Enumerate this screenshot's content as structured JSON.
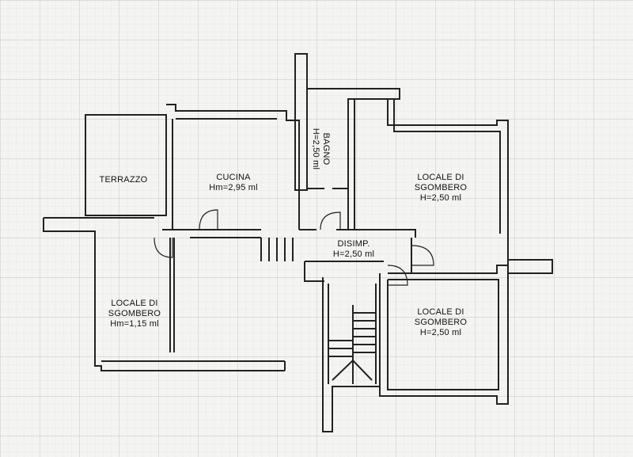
{
  "rooms": {
    "terrazzo": {
      "name": "TERRAZZO"
    },
    "cucina": {
      "name": "CUCINA",
      "height": "Hm=2,95 ml"
    },
    "bagno": {
      "name": "BAGNO",
      "height": "H=2,50 ml"
    },
    "locale_top_right": {
      "name_line1": "LOCALE DI",
      "name_line2": "SGOMBERO",
      "height": "H=2,50 ml"
    },
    "disimp": {
      "name": "DISIMP.",
      "height": "H=2,50 ml"
    },
    "locale_left": {
      "name_line1": "LOCALE DI",
      "name_line2": "SGOMBERO",
      "height": "Hm=1,15 ml"
    },
    "locale_bottom_right": {
      "name_line1": "LOCALE DI",
      "name_line2": "SGOMBERO",
      "height": "H=2,50 ml"
    }
  },
  "colors": {
    "paper": "#f4f4f2",
    "grid": "#cfcfcf",
    "wall": "#222222"
  }
}
